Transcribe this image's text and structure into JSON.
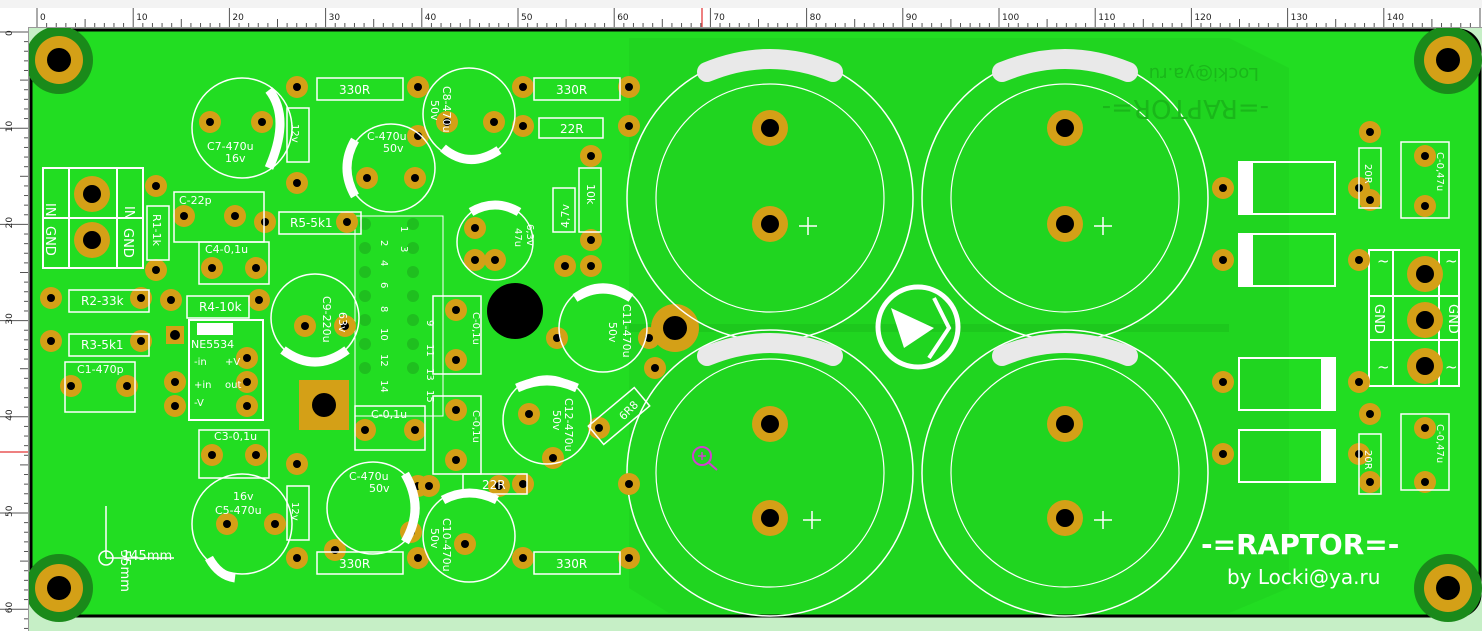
{
  "ruler": {
    "unit": "mm",
    "top_ticks": [
      "0",
      "10",
      "20",
      "30",
      "40",
      "50",
      "60",
      "70",
      "80",
      "90",
      "100",
      "110",
      "120",
      "130",
      "140"
    ],
    "left_ticks": [
      "0",
      "10",
      "20",
      "30",
      "40",
      "50",
      "60"
    ]
  },
  "colors": {
    "board": "#22dd22",
    "copper_pad": "#d4a017",
    "drill": "#000000",
    "silkscreen": "#ffffff",
    "outline": "#000000",
    "mounting_ring": "#1a8a1a"
  },
  "dimensions": {
    "height": "55mm",
    "width": "145mm"
  },
  "branding": {
    "title": "-=RAPTOR=-",
    "author": "by Locki@ya.ru",
    "mirrored_title": "-=RAPTOR=-",
    "mirrored_author": "Locki@ya.ru"
  },
  "connectors": {
    "input": {
      "in_label": "IN",
      "gnd_label": "GND"
    },
    "output": {
      "ac_label_1": "~",
      "gnd_label": "GND",
      "ac_label_2": "~"
    }
  },
  "components": {
    "r_top_left": "330R",
    "r_top_right": "330R",
    "r_bottom_left": "330R",
    "r_bottom_right": "330R",
    "r_22r_top": "22R",
    "r_22r_bottom": "22R",
    "r_10k": "10k",
    "zener_47": "4,7v",
    "zener_12_top": "12v",
    "zener_12_bottom": "12v",
    "r1": "R1-1k",
    "r2": "R2-33k",
    "r3": "R3-5k1",
    "r4": "R4-10k",
    "r5": "R5-5k1",
    "c_22p": "C-22p",
    "c4": "C4-0,1u",
    "c1": "C1-470p",
    "c3": "C3-0,1u",
    "c7": [
      "C7-470u",
      "16v"
    ],
    "c8": [
      "C8-470u",
      "50v"
    ],
    "c_mid_top": [
      "C-470u",
      "50v"
    ],
    "c_small_47": [
      "6,3v",
      "47u"
    ],
    "c9": [
      "C9-220u",
      "63v"
    ],
    "c11": [
      "C11-470u",
      "50v"
    ],
    "c12": [
      "C12-470u",
      "50v"
    ],
    "c_mid_bottom": [
      "C-470u",
      "50v"
    ],
    "c10": [
      "C10-470u",
      "50v"
    ],
    "c5": [
      "16v",
      "C5-470u"
    ],
    "c01_a": "C-0,1u",
    "c01_b": "C-0,1u",
    "c01_c": "C-0,1u",
    "c047_top": "C-0,47u",
    "c047_bottom": "C-0,47u",
    "r20_top": "20R",
    "r20_bottom": "20R",
    "r_6r8": "6R8",
    "ic": {
      "name": "NE5534",
      "pins_left": [
        "-in",
        "+in",
        "-V"
      ],
      "pins_right": [
        "+V",
        "out"
      ]
    },
    "header_pins": [
      "1",
      "3",
      "2",
      "4",
      "6",
      "8",
      "10",
      "12",
      "14",
      "9",
      "11",
      "13",
      "15"
    ]
  }
}
